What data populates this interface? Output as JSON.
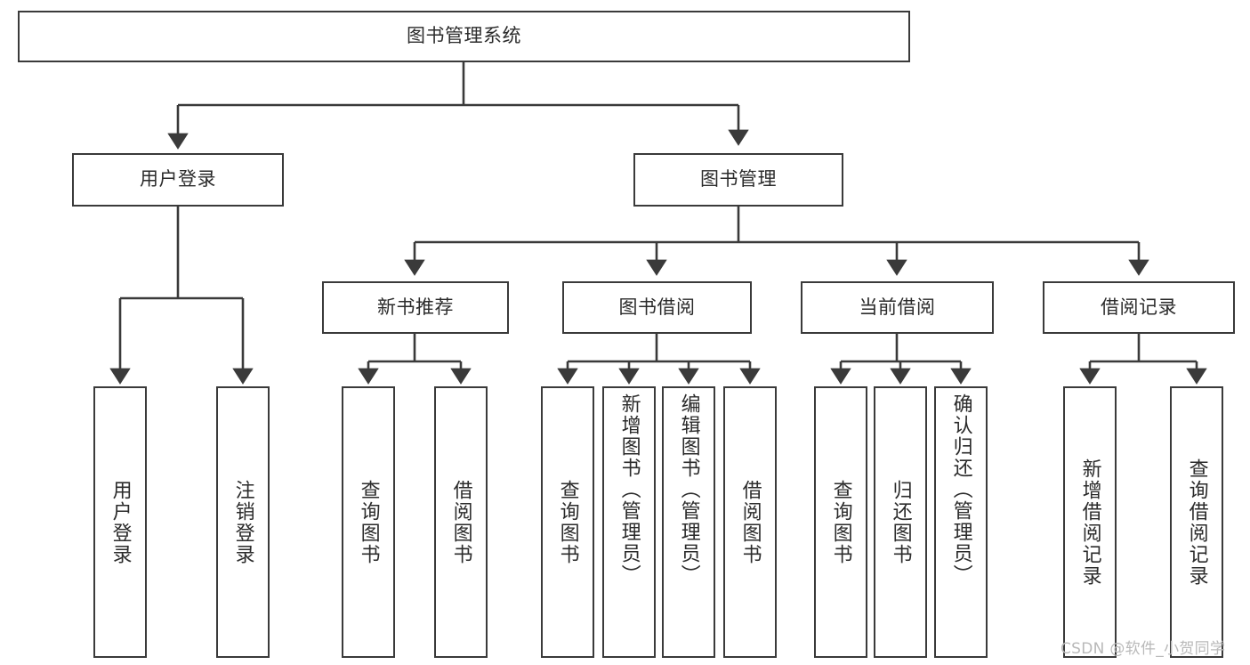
{
  "diagram": {
    "type": "tree",
    "title": "图书管理系统",
    "root": {
      "label": "图书管理系统"
    },
    "level1": [
      {
        "label": "用户登录"
      },
      {
        "label": "图书管理"
      }
    ],
    "level2": [
      {
        "label": "新书推荐",
        "parent": "图书管理"
      },
      {
        "label": "图书借阅",
        "parent": "图书管理"
      },
      {
        "label": "当前借阅",
        "parent": "图书管理"
      },
      {
        "label": "借阅记录",
        "parent": "图书管理"
      }
    ],
    "leaves": {
      "user_login": [
        {
          "label": "用户登录"
        },
        {
          "label": "注销登录"
        }
      ],
      "new_book_recommend": [
        {
          "label": "查询图书"
        },
        {
          "label": "借阅图书"
        }
      ],
      "book_borrow": [
        {
          "label": "查询图书"
        },
        {
          "label": "新增图书（管理员）"
        },
        {
          "label": "编辑图书（管理员）"
        },
        {
          "label": "借阅图书"
        }
      ],
      "current_borrow": [
        {
          "label": "查询图书"
        },
        {
          "label": "归还图书"
        },
        {
          "label": "确认归还（管理员）"
        }
      ],
      "borrow_record": [
        {
          "label": "新增借阅记录"
        },
        {
          "label": "查询借阅记录"
        }
      ]
    }
  },
  "watermark": {
    "text": "CSDN @软件_小贺同学"
  },
  "colors": {
    "stroke": "#3a3a3a",
    "background": "#ffffff",
    "text": "#2b2b2b",
    "watermark": "#b9b9b9"
  }
}
